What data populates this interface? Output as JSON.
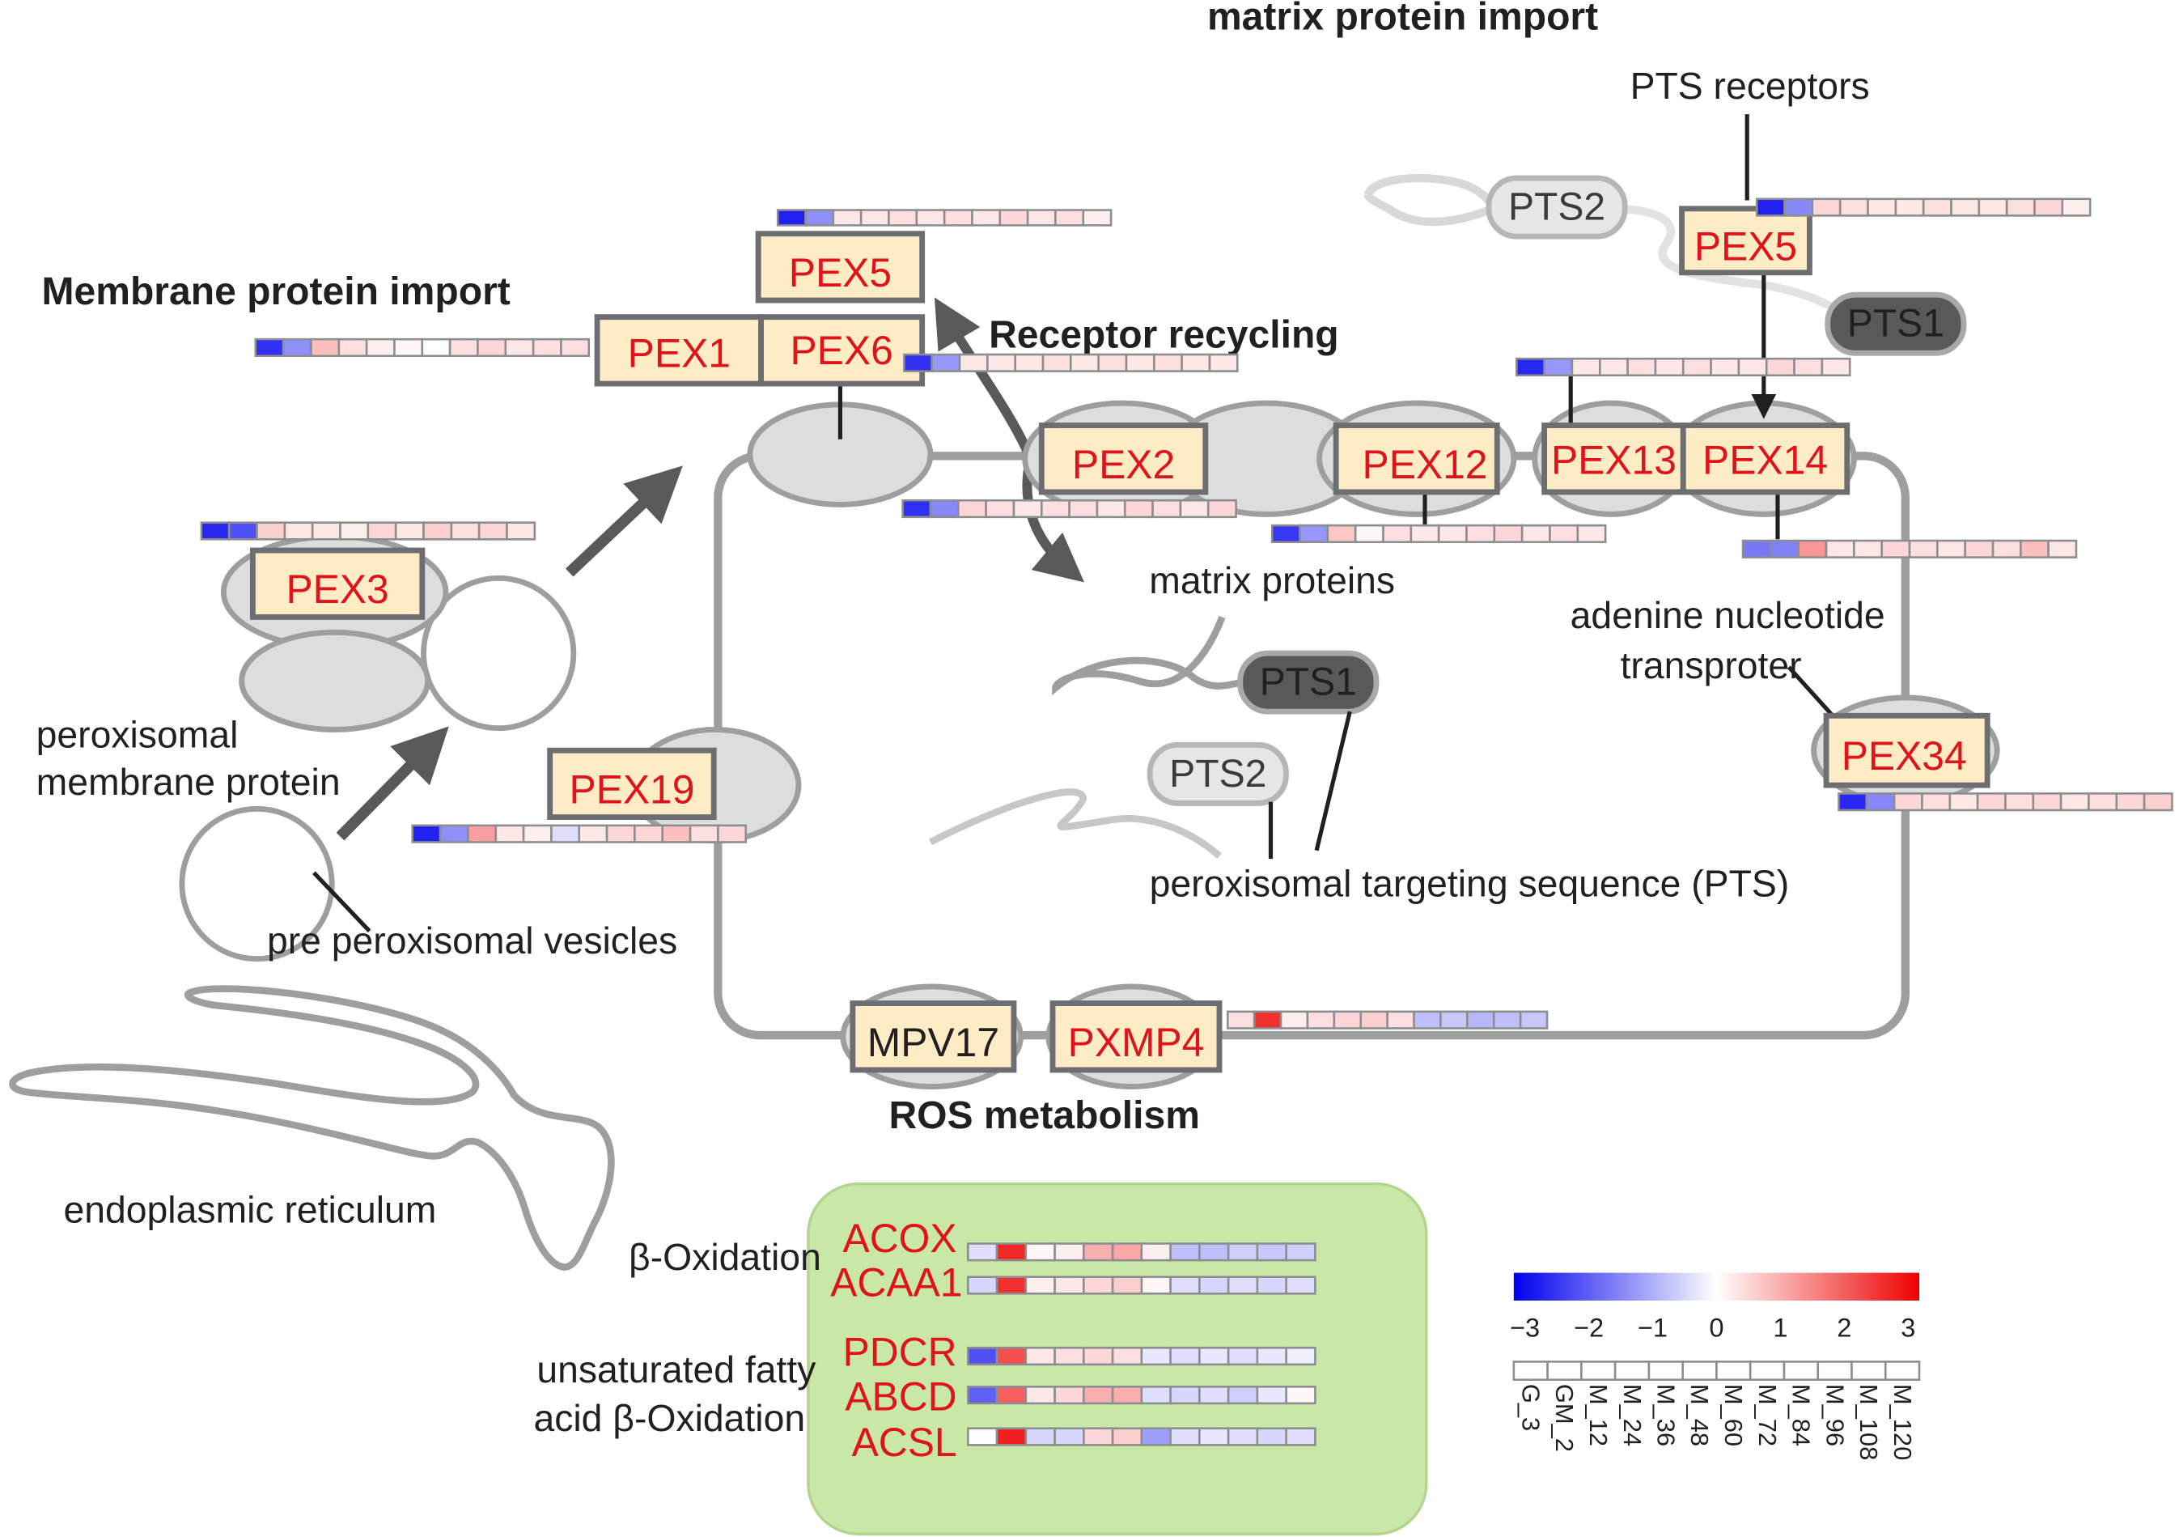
{
  "titles": {
    "matrix_protein_import": "matrix protein import",
    "membrane_protein_import": "Membrane protein import",
    "receptor_recycling": "Receptor recycling",
    "ros_metabolism": "ROS metabolism"
  },
  "labels": {
    "pts_receptors": "PTS receptors",
    "matrix_proteins": "matrix proteins",
    "adenine_line1": "adenine nucleotide",
    "adenine_line2": "transproter",
    "peroxisomal_membrane_line1": "peroxisomal",
    "peroxisomal_membrane_line2": "membrane protein",
    "pre_peroxisomal_vesicles": "pre peroxisomal vesicles",
    "pts_sequence": "peroxisomal targeting sequence (PTS)",
    "endoplasmic_reticulum": "endoplasmic reticulum",
    "beta_oxidation": "β-Oxidation",
    "unsat_line1": "unsaturated fatty",
    "unsat_line2": "acid β-Oxidation"
  },
  "signals": {
    "pts1": "PTS1",
    "pts2": "PTS2"
  },
  "genes": {
    "pex1": "PEX1",
    "pex2": "PEX2",
    "pex3": "PEX3",
    "pex5": "PEX5",
    "pex6": "PEX6",
    "pex12": "PEX12",
    "pex13": "PEX13",
    "pex14": "PEX14",
    "pex19": "PEX19",
    "pex34": "PEX34",
    "mpv17": "MPV17",
    "pxmp4": "PXMP4",
    "acox": "ACOX",
    "acaa1": "ACAA1",
    "pdcr": "PDCR",
    "abcd": "ABCD",
    "acsl": "ACSL"
  },
  "colors": {
    "gene_text": "#e0131a",
    "gene_box": "#fdecc6",
    "low": "#1010f0",
    "mid": "#ffffff",
    "high": "#f01010",
    "green_panel": "#c9e8a7"
  },
  "legend": {
    "ticks": [
      "−3",
      "−2",
      "−1",
      "0",
      "1",
      "2",
      "3"
    ],
    "samples": [
      "G_3",
      "GM_2",
      "M_12",
      "M_24",
      "M_36",
      "M_48",
      "M_60",
      "M_72",
      "M_84",
      "M_96",
      "M_108",
      "M_120"
    ]
  },
  "heatmaps": {
    "pex1": [
      -2.6,
      -1.4,
      0.8,
      0.4,
      0.2,
      0.1,
      0.0,
      0.4,
      0.5,
      0.3,
      0.4,
      0.4
    ],
    "pex5_center": [
      -2.8,
      -1.4,
      0.3,
      0.3,
      0.4,
      0.3,
      0.4,
      0.3,
      0.5,
      0.3,
      0.4,
      0.2
    ],
    "pex6": [
      -2.6,
      -1.3,
      0.3,
      0.3,
      0.3,
      0.4,
      0.3,
      0.4,
      0.3,
      0.4,
      0.3,
      0.3
    ],
    "pex2": [
      -2.6,
      -1.5,
      0.5,
      0.4,
      0.3,
      0.4,
      0.4,
      0.3,
      0.5,
      0.4,
      0.3,
      0.5
    ],
    "pex3": [
      -2.7,
      -2.2,
      0.6,
      0.3,
      0.3,
      0.2,
      0.5,
      0.3,
      0.6,
      0.4,
      0.5,
      0.3
    ],
    "pex19": [
      -2.8,
      -1.4,
      1.2,
      0.3,
      0.2,
      -0.4,
      0.3,
      0.5,
      0.5,
      0.8,
      0.4,
      0.5
    ],
    "pex5_right": [
      -2.8,
      -1.5,
      0.5,
      0.4,
      0.3,
      0.3,
      0.4,
      0.3,
      0.3,
      0.4,
      0.5,
      0.2
    ],
    "pex13": [
      -2.7,
      -1.3,
      0.3,
      0.3,
      0.4,
      0.3,
      0.4,
      0.3,
      0.3,
      0.5,
      0.4,
      0.3
    ],
    "pex12": [
      -2.5,
      -1.3,
      0.7,
      0.1,
      0.4,
      0.3,
      0.3,
      0.4,
      0.5,
      0.3,
      0.4,
      0.3
    ],
    "pex14": [
      -1.7,
      -1.6,
      1.3,
      0.3,
      0.3,
      0.5,
      0.4,
      0.3,
      0.5,
      0.4,
      0.8,
      0.3
    ],
    "pex34": [
      -2.7,
      -1.5,
      0.5,
      0.4,
      0.3,
      0.5,
      0.4,
      0.5,
      0.3,
      0.4,
      0.5,
      0.6
    ],
    "pxmp4": [
      0.4,
      2.6,
      0.2,
      0.4,
      0.5,
      0.6,
      0.4,
      -0.8,
      -0.7,
      -0.9,
      -0.8,
      -0.7
    ],
    "acox": [
      -0.4,
      2.7,
      0.1,
      0.2,
      1.0,
      1.1,
      0.2,
      -0.8,
      -0.8,
      -0.6,
      -0.7,
      -0.6
    ],
    "acaa1": [
      -0.5,
      2.6,
      0.2,
      0.3,
      0.5,
      0.6,
      0.1,
      -0.4,
      -0.5,
      -0.4,
      -0.5,
      -0.4
    ],
    "pdcr": [
      -2.2,
      2.2,
      0.3,
      0.4,
      0.5,
      0.4,
      -0.3,
      -0.4,
      -0.3,
      -0.4,
      -0.3,
      -0.2
    ],
    "abcd": [
      -2.0,
      2.0,
      0.3,
      0.5,
      1.0,
      1.0,
      -0.4,
      -0.5,
      -0.4,
      -0.6,
      -0.3,
      0.1
    ],
    "acsl": [
      0.0,
      2.8,
      -0.5,
      -0.5,
      0.5,
      0.6,
      -1.2,
      -0.4,
      -0.3,
      -0.4,
      -0.5,
      -0.4
    ]
  }
}
